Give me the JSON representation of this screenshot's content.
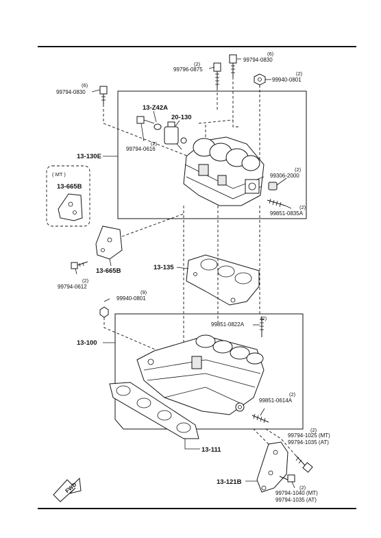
{
  "labels": {
    "l1": {
      "qty": "(2)",
      "pn": "99796-0875"
    },
    "l2": {
      "qty": "(6)",
      "pn": "99794-0830"
    },
    "l3": {
      "qty": "(2)",
      "pn": "99940-0801"
    },
    "l4": {
      "qty": "(6)",
      "pn": "99794-0830"
    },
    "l5": {
      "grp": "13-Z42A"
    },
    "l6": {
      "grp": "20-130"
    },
    "l7": {
      "qty": "(2)",
      "pn": "99794-0616"
    },
    "l8": {
      "grp": "13-130E"
    },
    "l9": {
      "qty": "(2)",
      "pn": "99306-2000"
    },
    "l10": {
      "qty": "(2)",
      "pn": "99851-0835A"
    },
    "l11": {
      "mt": "( MT )",
      "grp": "13-665B"
    },
    "l12": {
      "grp": "13-665B"
    },
    "l13": {
      "qty": "(2)",
      "pn": "99794-0612"
    },
    "l14": {
      "grp": "13-135"
    },
    "l15": {
      "qty": "(9)",
      "pn": "99940-0801"
    },
    "l16": {
      "qty": "(2)",
      "pn": "99851-0822A"
    },
    "l17": {
      "grp": "13-100"
    },
    "l18": {
      "qty": "(2)",
      "pn": "99851-0614A"
    },
    "l19": {
      "qty": "(2)",
      "pn1": "99794-1025 (MT)",
      "pn2": "99794-1035 (AT)"
    },
    "l20": {
      "grp": "13-111"
    },
    "l21": {
      "grp": "13-121B"
    },
    "l22": {
      "qty": "(2)",
      "pn1": "99794-1040 (MT)",
      "pn2": "99794-1035 (AT)"
    },
    "fwd": "FWD"
  }
}
